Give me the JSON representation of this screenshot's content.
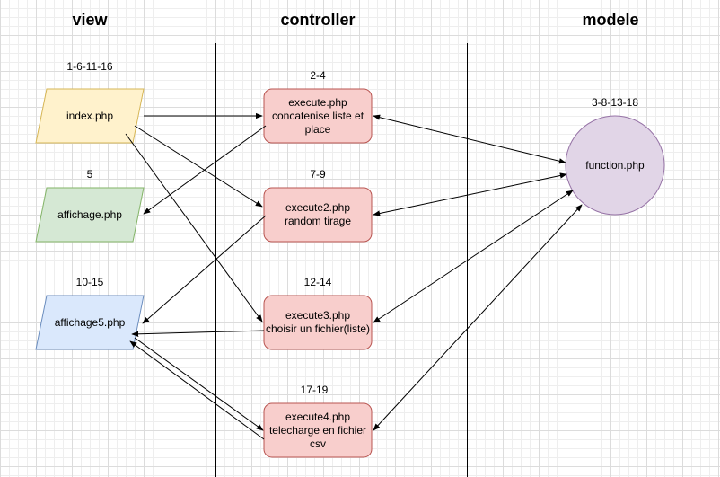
{
  "columns": {
    "view": "view",
    "controller": "controller",
    "modele": "modele"
  },
  "view_nodes": {
    "index": {
      "label": "index.php",
      "steps": "1-6-11-16",
      "fill": "#fff2cc",
      "stroke": "#d6b656"
    },
    "affichage": {
      "label": "affichage.php",
      "steps": "5",
      "fill": "#d5e8d4",
      "stroke": "#82b366"
    },
    "affichage5": {
      "label": "affichage5.php",
      "steps": "10-15",
      "fill": "#dae8fc",
      "stroke": "#6c8ebf"
    }
  },
  "controller_nodes": {
    "execute": {
      "line1": "execute.php",
      "line2": "concatenise liste et",
      "line3": "place",
      "steps": "2-4"
    },
    "execute2": {
      "line1": "execute2.php",
      "line2": "random tirage",
      "steps": "7-9"
    },
    "execute3": {
      "line1": "execute3.php",
      "line2": "choisir un fichier(liste)",
      "steps": "12-14"
    },
    "execute4": {
      "line1": "execute4.php",
      "line2": "telecharge en fichier",
      "line3": "csv",
      "steps": "17-19"
    },
    "fill": "#f8cecc",
    "stroke": "#b85450"
  },
  "model_node": {
    "label": "function.php",
    "steps": "3-8-13-18",
    "fill": "#e1d5e7",
    "stroke": "#9673a6"
  }
}
